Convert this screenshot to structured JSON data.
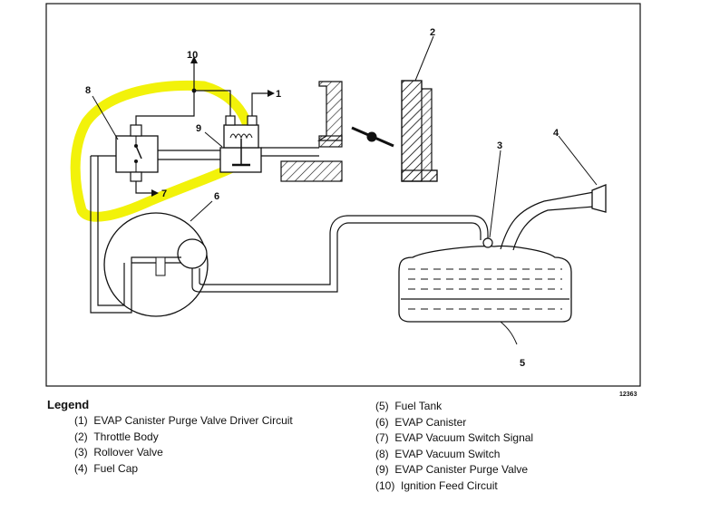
{
  "callouts": {
    "c1": "1",
    "c2": "2",
    "c3": "3",
    "c4": "4",
    "c5": "5",
    "c6": "6",
    "c7": "7",
    "c8": "8",
    "c9": "9",
    "c10": "10"
  },
  "figure_id": "12363",
  "legend": {
    "title": "Legend",
    "items": [
      {
        "num": "(1)",
        "label": "EVAP Canister Purge Valve Driver Circuit"
      },
      {
        "num": "(2)",
        "label": "Throttle Body"
      },
      {
        "num": "(3)",
        "label": "Rollover Valve"
      },
      {
        "num": "(4)",
        "label": "Fuel Cap"
      },
      {
        "num": "(5)",
        "label": "Fuel Tank"
      },
      {
        "num": "(6)",
        "label": "EVAP Canister"
      },
      {
        "num": "(7)",
        "label": "EVAP Vacuum Switch Signal"
      },
      {
        "num": "(8)",
        "label": "EVAP Vacuum Switch"
      },
      {
        "num": "(9)",
        "label": "EVAP Canister Purge Valve"
      },
      {
        "num": "(10)",
        "label": "Ignition Feed Circuit"
      }
    ]
  },
  "highlight_color": "#f2f20a"
}
